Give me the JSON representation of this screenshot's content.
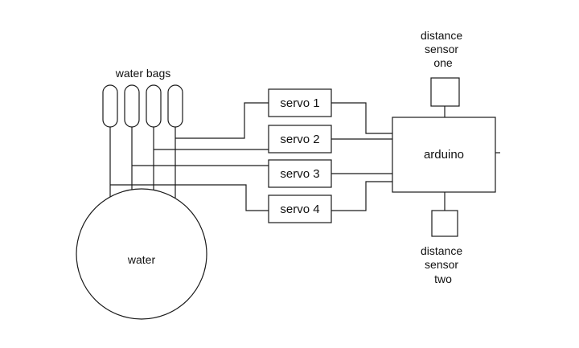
{
  "diagram": {
    "water_bags_label": "water bags",
    "water_label": "water",
    "arduino_label": "arduino",
    "servos": [
      {
        "label": "servo 1"
      },
      {
        "label": "servo 2"
      },
      {
        "label": "servo 3"
      },
      {
        "label": "servo 4"
      }
    ],
    "sensor_one": [
      "distance",
      "sensor",
      "one"
    ],
    "sensor_two": [
      "distance",
      "sensor",
      "two"
    ]
  }
}
